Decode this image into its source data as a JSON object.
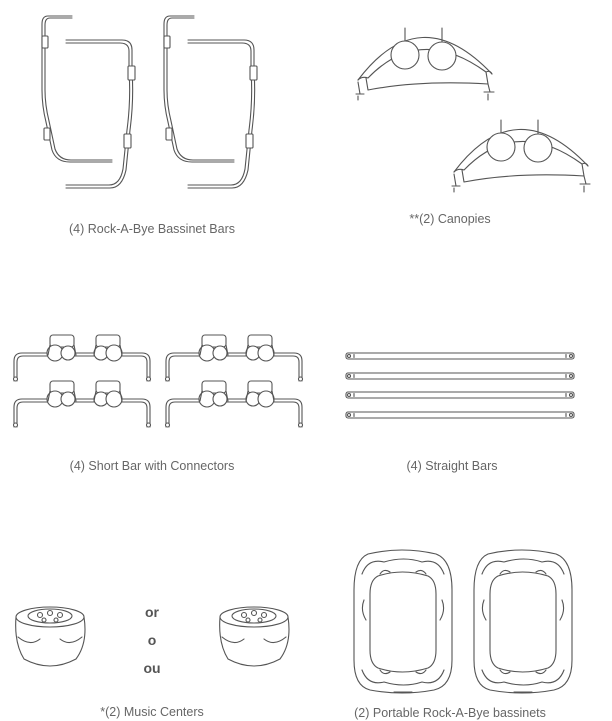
{
  "parts": [
    {
      "caption": "(4) Rock-A-Bye Bassinet Bars",
      "illustration_icon": "bassinet-bars-icon"
    },
    {
      "caption": "**(2) Canopies",
      "illustration_icon": "canopy-icon"
    },
    {
      "caption": "(4) Short Bar with Connectors",
      "illustration_icon": "short-bar-connector-icon"
    },
    {
      "caption": "(4) Straight Bars",
      "illustration_icon": "straight-bar-icon"
    },
    {
      "caption": "*(2) Music Centers",
      "illustration_icon": "music-center-icon"
    },
    {
      "caption": "(2) Portable Rock-A-Bye bassinets",
      "illustration_icon": "bassinet-icon"
    }
  ],
  "or_words": [
    "or",
    "o",
    "ou"
  ]
}
